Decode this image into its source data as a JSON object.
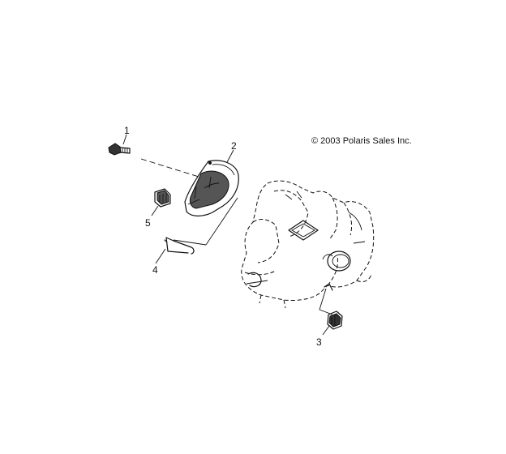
{
  "copyright": "© 2003 Polaris Sales Inc.",
  "callouts": {
    "c1": "1",
    "c2": "2",
    "c3": "3",
    "c4": "4",
    "c5": "5"
  }
}
